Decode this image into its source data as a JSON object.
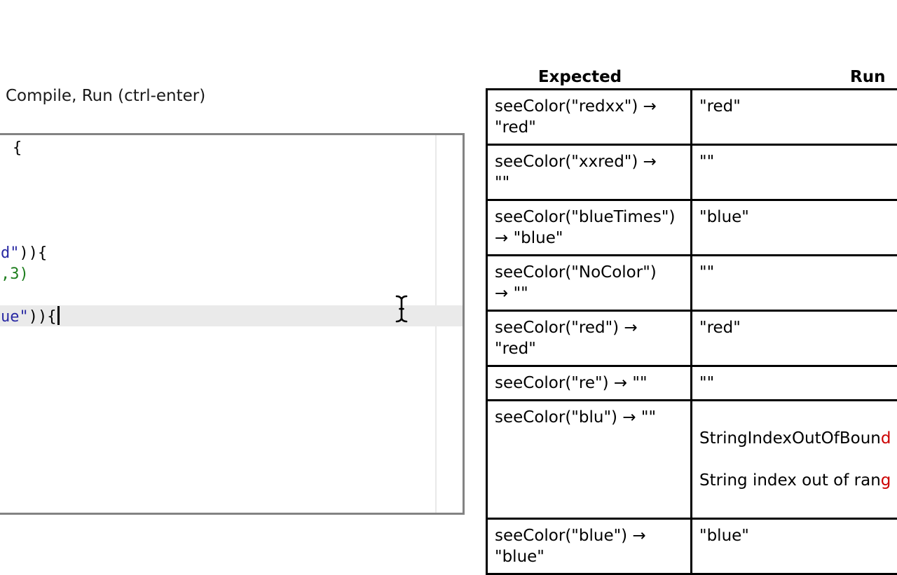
{
  "toolbar": {
    "compile_run_label": "Compile, Run (ctrl-enter)"
  },
  "editor": {
    "line_brace": "{",
    "line_a_string": "d\"",
    "line_a_rest": ")){",
    "line_b_number": ",3)",
    "line_c_string": "ue\"",
    "line_c_rest": ")){"
  },
  "results_table": {
    "headers": {
      "expected": "Expected",
      "run": "Run"
    },
    "rows": [
      {
        "expected": "seeColor(\"redxx\") →\n\"red\"",
        "run": "\"red\""
      },
      {
        "expected": "seeColor(\"xxred\") →\n\"\"",
        "run": "\"\""
      },
      {
        "expected": "seeColor(\"blueTimes\")\n→ \"blue\"",
        "run": "\"blue\""
      },
      {
        "expected": "seeColor(\"NoColor\")\n→ \"\"",
        "run": "\"\""
      },
      {
        "expected": "seeColor(\"red\") →\n\"red\"",
        "run": "\"red\""
      },
      {
        "expected": "seeColor(\"re\") → \"\"",
        "run": "\"\""
      },
      {
        "expected": "seeColor(\"blu\") → \"\"",
        "run_error": {
          "line1_black": "StringIndexOutOfBoun",
          "line1_red": "d",
          "line2_black": "String index out of ran",
          "line2_red": "g"
        }
      },
      {
        "expected": "seeColor(\"blue\") →\n\"blue\"",
        "run": "\"blue\""
      }
    ]
  },
  "colors": {
    "code_string": "#2929a3",
    "code_number": "#1e7e1e",
    "error_text": "#cc0000",
    "editor_border": "#838383",
    "table_border": "#000000",
    "active_line_bg": "#eaeaea"
  }
}
